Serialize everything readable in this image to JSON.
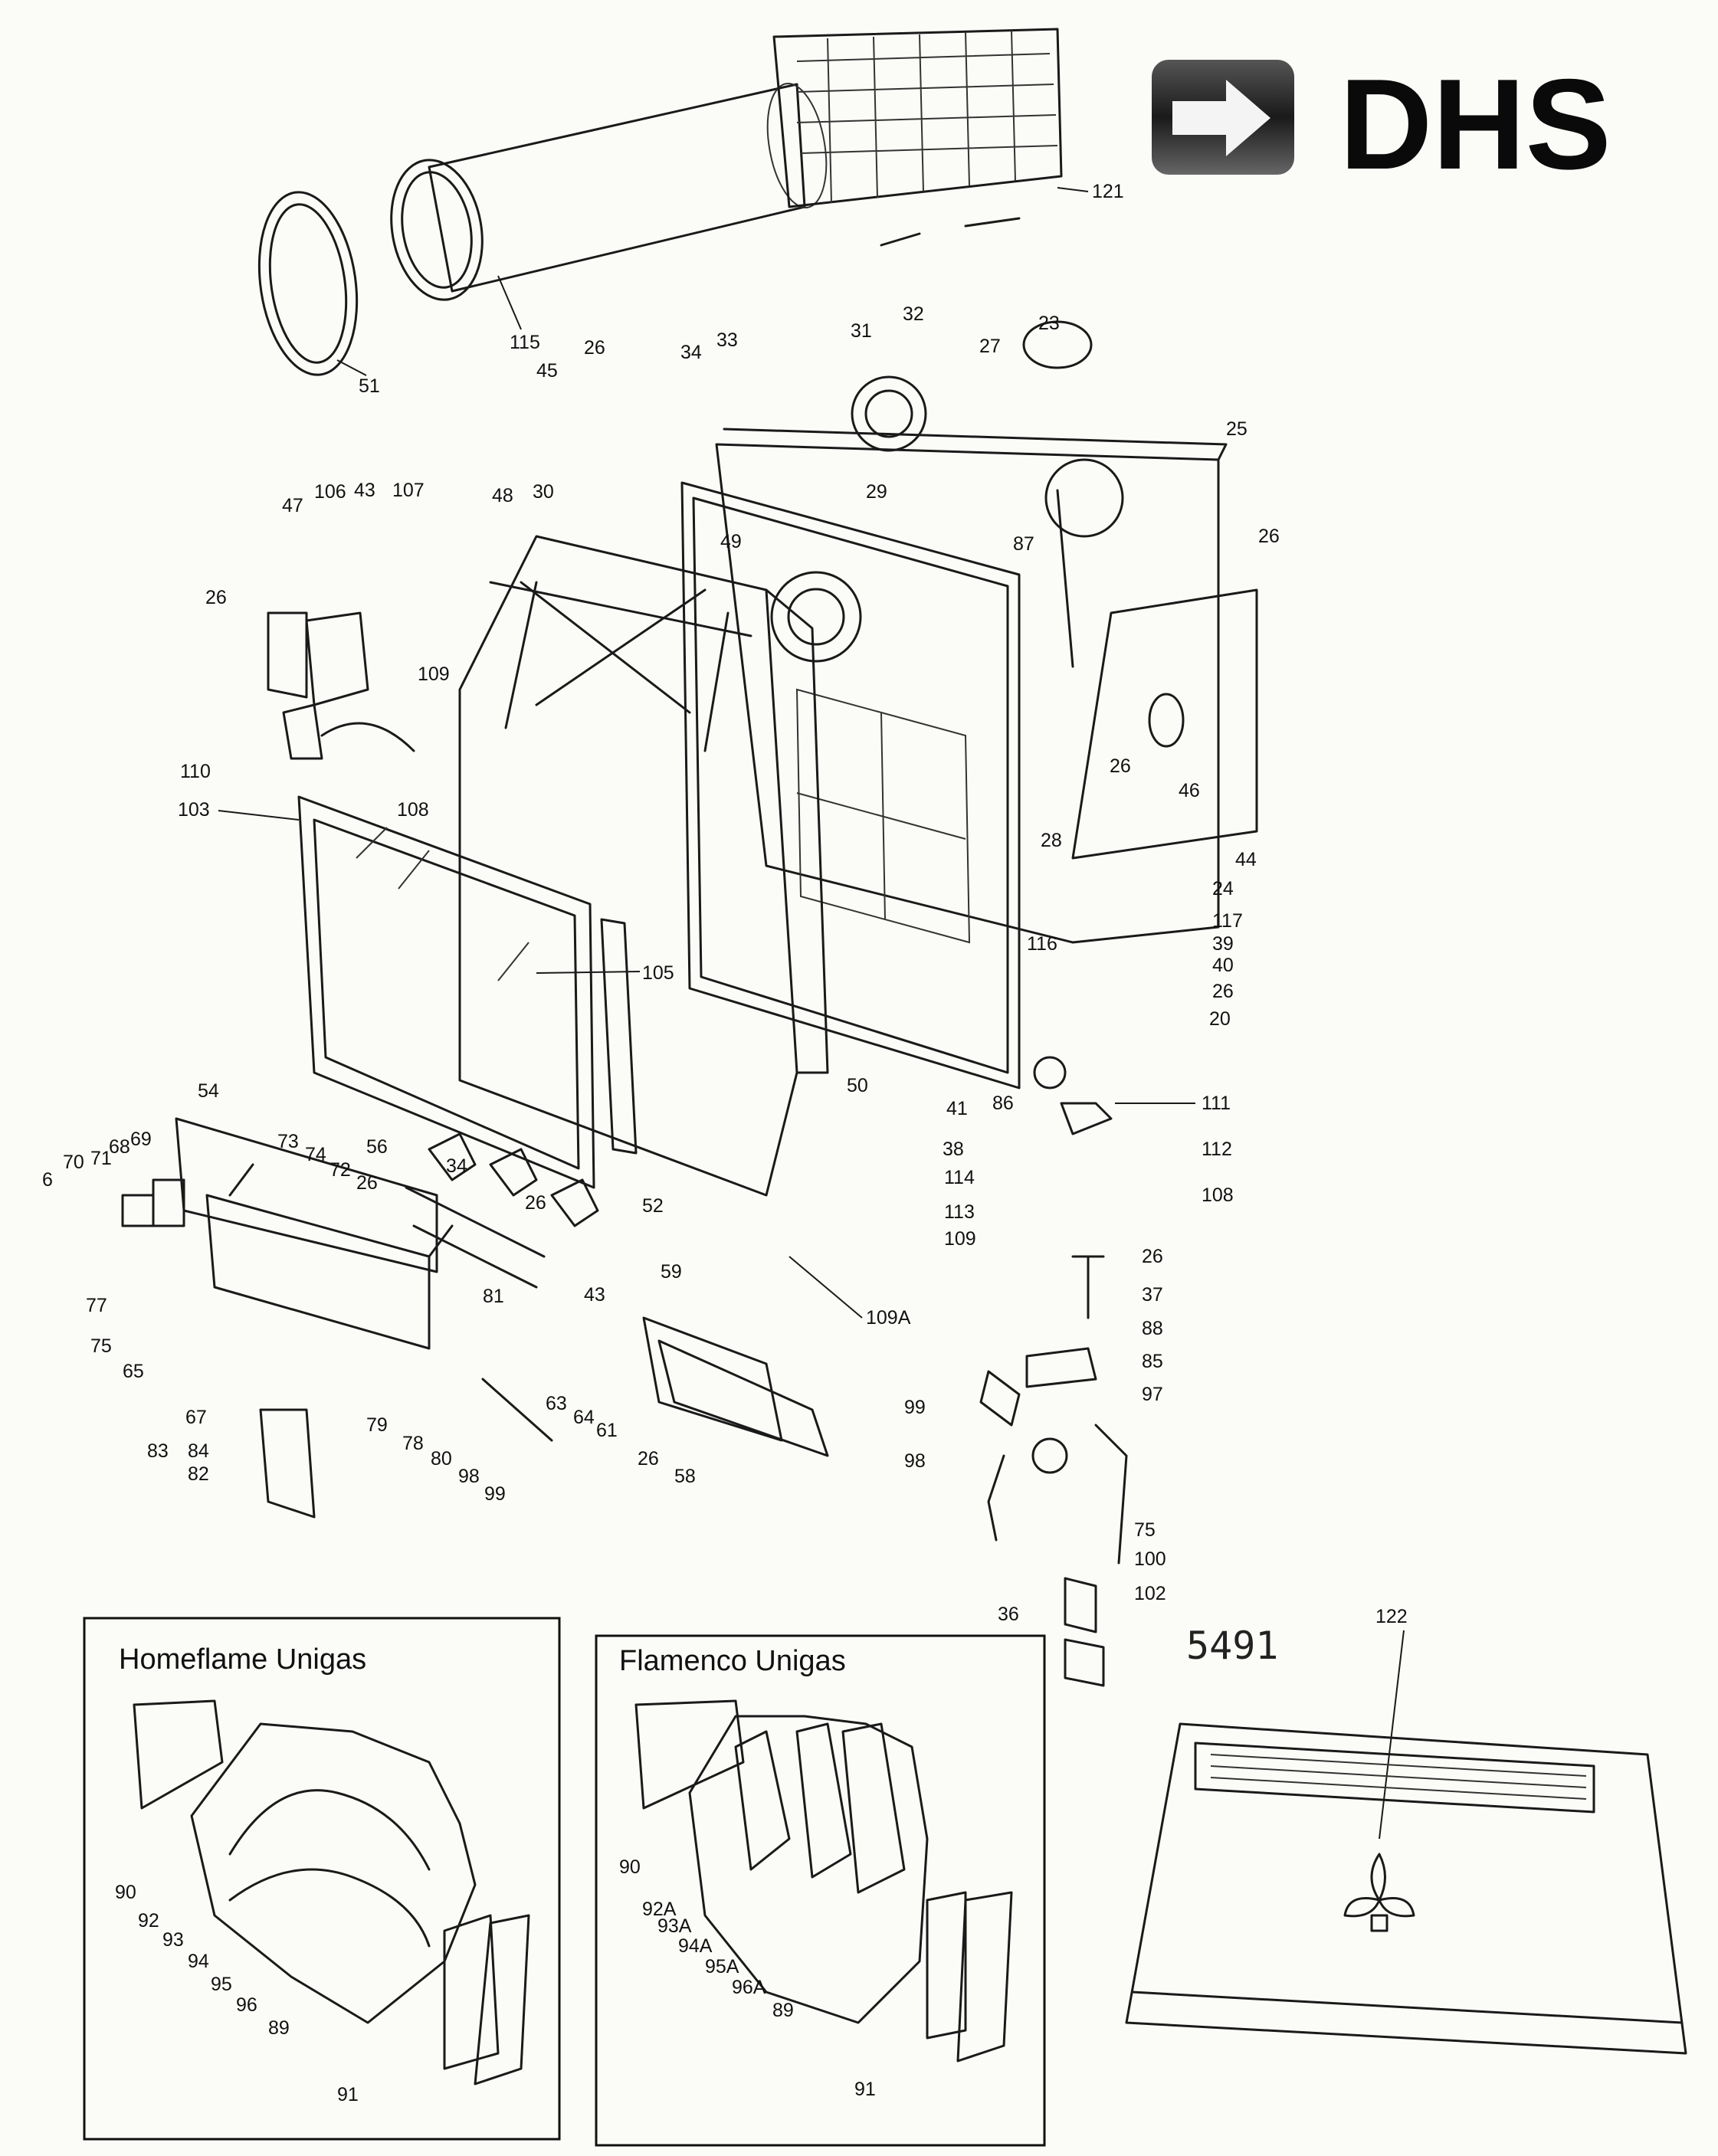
{
  "logo": {
    "text": "DHS",
    "icon": "arrow-right-icon"
  },
  "drawing_number": "5491",
  "panels": {
    "homeflame": {
      "title": "Homeflame Unigas"
    },
    "flamenco": {
      "title": "Flamenco Unigas"
    }
  },
  "callouts": [
    {
      "id": "c121",
      "text": "121"
    },
    {
      "id": "c115",
      "text": "115"
    },
    {
      "id": "c51",
      "text": "51"
    },
    {
      "id": "c26a",
      "text": "26"
    },
    {
      "id": "c45",
      "text": "45"
    },
    {
      "id": "c34a",
      "text": "34"
    },
    {
      "id": "c33",
      "text": "33"
    },
    {
      "id": "c31",
      "text": "31"
    },
    {
      "id": "c32",
      "text": "32"
    },
    {
      "id": "c27",
      "text": "27"
    },
    {
      "id": "c23",
      "text": "23"
    },
    {
      "id": "c25",
      "text": "25"
    },
    {
      "id": "c26b",
      "text": "26"
    },
    {
      "id": "c47",
      "text": "47"
    },
    {
      "id": "c106",
      "text": "106"
    },
    {
      "id": "c43a",
      "text": "43"
    },
    {
      "id": "c107",
      "text": "107"
    },
    {
      "id": "c48",
      "text": "48"
    },
    {
      "id": "c30",
      "text": "30"
    },
    {
      "id": "c29",
      "text": "29"
    },
    {
      "id": "c49",
      "text": "49"
    },
    {
      "id": "c87",
      "text": "87"
    },
    {
      "id": "c26c",
      "text": "26"
    },
    {
      "id": "c109a",
      "text": "109"
    },
    {
      "id": "c110",
      "text": "110"
    },
    {
      "id": "c108a",
      "text": "108"
    },
    {
      "id": "c103",
      "text": "103"
    },
    {
      "id": "c26d",
      "text": "26"
    },
    {
      "id": "c46",
      "text": "46"
    },
    {
      "id": "c28",
      "text": "28"
    },
    {
      "id": "c44",
      "text": "44"
    },
    {
      "id": "c24",
      "text": "24"
    },
    {
      "id": "c117",
      "text": "117"
    },
    {
      "id": "c39",
      "text": "39"
    },
    {
      "id": "c40",
      "text": "40"
    },
    {
      "id": "c116",
      "text": "116"
    },
    {
      "id": "c26e",
      "text": "26"
    },
    {
      "id": "c20",
      "text": "20"
    },
    {
      "id": "c105",
      "text": "105"
    },
    {
      "id": "c50",
      "text": "50"
    },
    {
      "id": "c41",
      "text": "41"
    },
    {
      "id": "c86",
      "text": "86"
    },
    {
      "id": "c111",
      "text": "111"
    },
    {
      "id": "c38",
      "text": "38"
    },
    {
      "id": "c112",
      "text": "112"
    },
    {
      "id": "c114",
      "text": "114"
    },
    {
      "id": "c113",
      "text": "113"
    },
    {
      "id": "c108b",
      "text": "108"
    },
    {
      "id": "c109b",
      "text": "109"
    },
    {
      "id": "c26f",
      "text": "26"
    },
    {
      "id": "c37",
      "text": "37"
    },
    {
      "id": "c88",
      "text": "88"
    },
    {
      "id": "c85",
      "text": "85"
    },
    {
      "id": "c97",
      "text": "97"
    },
    {
      "id": "c99a",
      "text": "99"
    },
    {
      "id": "c98a",
      "text": "98"
    },
    {
      "id": "c75a",
      "text": "75"
    },
    {
      "id": "c100",
      "text": "100"
    },
    {
      "id": "c36",
      "text": "36"
    },
    {
      "id": "c102",
      "text": "102"
    },
    {
      "id": "c54",
      "text": "54"
    },
    {
      "id": "c6",
      "text": "6"
    },
    {
      "id": "c70",
      "text": "70"
    },
    {
      "id": "c71",
      "text": "71"
    },
    {
      "id": "c68",
      "text": "68"
    },
    {
      "id": "c69",
      "text": "69"
    },
    {
      "id": "c73",
      "text": "73"
    },
    {
      "id": "c74",
      "text": "74"
    },
    {
      "id": "c72",
      "text": "72"
    },
    {
      "id": "c56",
      "text": "56"
    },
    {
      "id": "c34b",
      "text": "34"
    },
    {
      "id": "c26g",
      "text": "26"
    },
    {
      "id": "c26h",
      "text": "26"
    },
    {
      "id": "c52",
      "text": "52"
    },
    {
      "id": "c59",
      "text": "59"
    },
    {
      "id": "c109A",
      "text": "109A"
    },
    {
      "id": "c77",
      "text": "77"
    },
    {
      "id": "c75b",
      "text": "75"
    },
    {
      "id": "c65",
      "text": "65"
    },
    {
      "id": "c81",
      "text": "81"
    },
    {
      "id": "c43b",
      "text": "43"
    },
    {
      "id": "c67",
      "text": "67"
    },
    {
      "id": "c83",
      "text": "83"
    },
    {
      "id": "c84",
      "text": "84"
    },
    {
      "id": "c82",
      "text": "82"
    },
    {
      "id": "c79",
      "text": "79"
    },
    {
      "id": "c78",
      "text": "78"
    },
    {
      "id": "c80",
      "text": "80"
    },
    {
      "id": "c98b",
      "text": "98"
    },
    {
      "id": "c99b",
      "text": "99"
    },
    {
      "id": "c63",
      "text": "63"
    },
    {
      "id": "c64",
      "text": "64"
    },
    {
      "id": "c61",
      "text": "61"
    },
    {
      "id": "c26i",
      "text": "26"
    },
    {
      "id": "c58",
      "text": "58"
    },
    {
      "id": "c122",
      "text": "122"
    },
    {
      "id": "h90",
      "text": "90"
    },
    {
      "id": "h92",
      "text": "92"
    },
    {
      "id": "h93",
      "text": "93"
    },
    {
      "id": "h94",
      "text": "94"
    },
    {
      "id": "h95",
      "text": "95"
    },
    {
      "id": "h96",
      "text": "96"
    },
    {
      "id": "h89",
      "text": "89"
    },
    {
      "id": "h91",
      "text": "91"
    },
    {
      "id": "f90",
      "text": "90"
    },
    {
      "id": "f92A",
      "text": "92A"
    },
    {
      "id": "f93A",
      "text": "93A"
    },
    {
      "id": "f94A",
      "text": "94A"
    },
    {
      "id": "f95A",
      "text": "95A"
    },
    {
      "id": "f96A",
      "text": "96A"
    },
    {
      "id": "f89",
      "text": "89"
    },
    {
      "id": "f91",
      "text": "91"
    }
  ]
}
